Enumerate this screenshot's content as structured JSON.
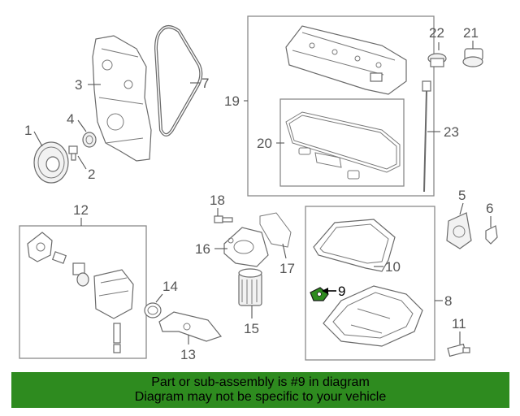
{
  "callouts": {
    "c1": "1",
    "c2": "2",
    "c3": "3",
    "c4": "4",
    "c5": "5",
    "c6": "6",
    "c7": "7",
    "c8": "8",
    "c9": "9",
    "c10": "10",
    "c11": "11",
    "c12": "12",
    "c13": "13",
    "c14": "14",
    "c15": "15",
    "c16": "16",
    "c17": "17",
    "c18": "18",
    "c19": "19",
    "c20": "20",
    "c21": "21",
    "c22": "22",
    "c23": "23"
  },
  "highlight": {
    "part_number": "9",
    "color": "#2e8b1f"
  },
  "banner": {
    "line1": "Part or sub-assembly is #9 in diagram",
    "line2": "Diagram may not be specific to your vehicle",
    "background": "#2e8b1f"
  }
}
